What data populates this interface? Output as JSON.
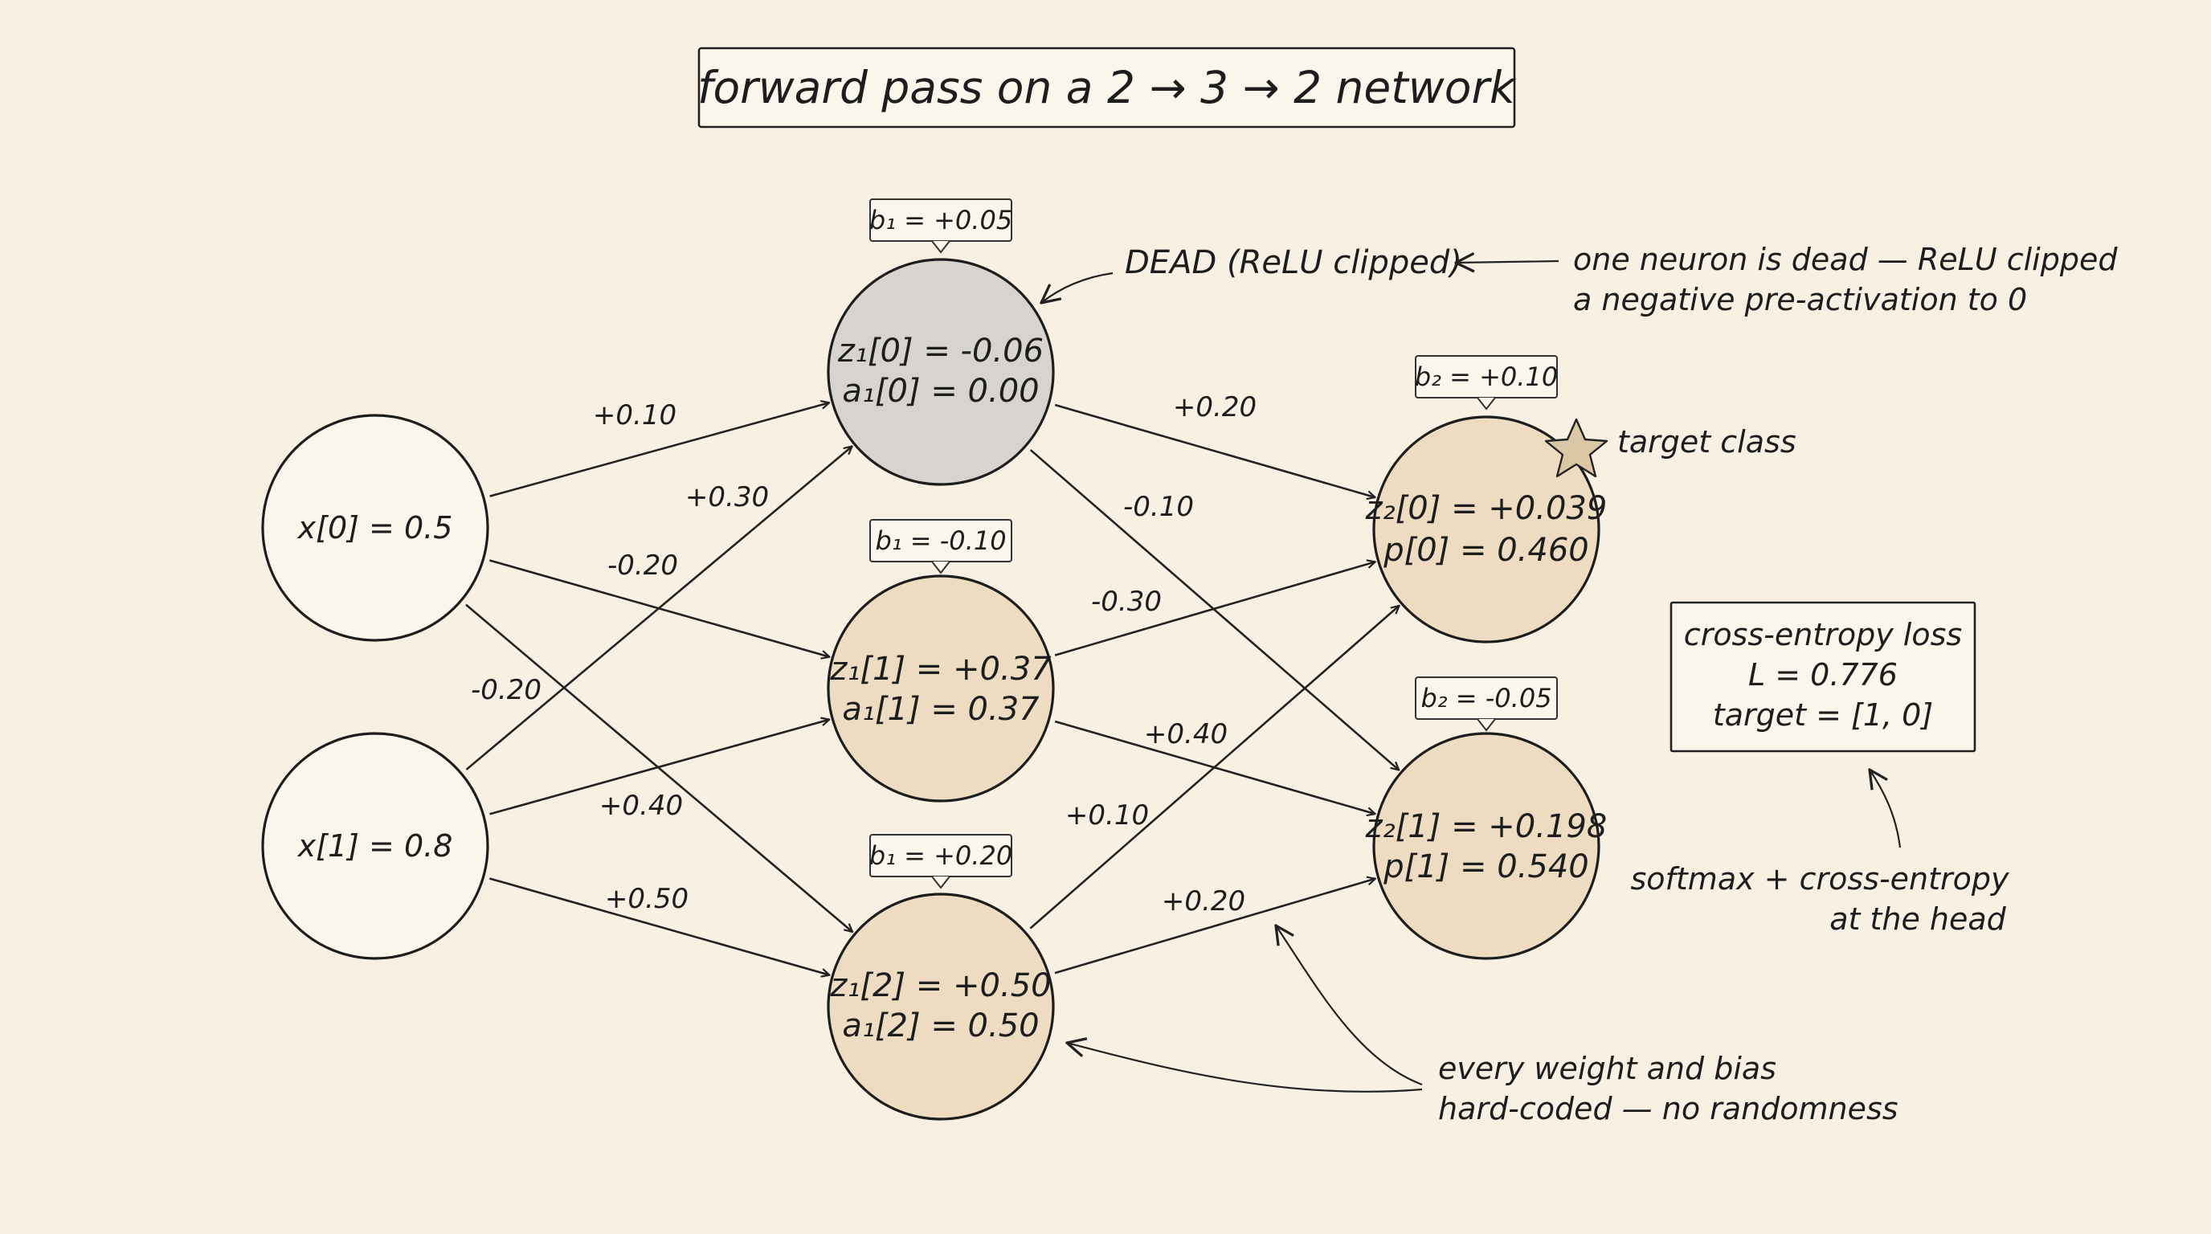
{
  "title": "forward pass on a 2 → 3 → 2 network",
  "inputs": [
    {
      "label": "x[0] = 0.5"
    },
    {
      "label": "x[1] = 0.8"
    }
  ],
  "hidden": [
    {
      "bias": "b₁ = +0.05",
      "z": "z₁[0] = -0.06",
      "a": "a₁[0] = 0.00",
      "state": "dead"
    },
    {
      "bias": "b₁ = -0.10",
      "z": "z₁[1] = +0.37",
      "a": "a₁[1] = 0.37",
      "state": "active"
    },
    {
      "bias": "b₁ = +0.20",
      "z": "z₁[2] = +0.50",
      "a": "a₁[2] = 0.50",
      "state": "active"
    }
  ],
  "outputs": [
    {
      "bias": "b₂ = +0.10",
      "z": "z₂[0] = +0.039",
      "p": "p[0] = 0.460"
    },
    {
      "bias": "b₂ = -0.05",
      "z": "z₂[1] = +0.198",
      "p": "p[1] = 0.540"
    }
  ],
  "weights_layer1": [
    {
      "from": 0,
      "to": 0,
      "label": "+0.10"
    },
    {
      "from": 0,
      "to": 1,
      "label": "-0.20"
    },
    {
      "from": 0,
      "to": 2,
      "label": "-0.20"
    },
    {
      "from": 1,
      "to": 0,
      "label": "+0.30"
    },
    {
      "from": 1,
      "to": 1,
      "label": "+0.40"
    },
    {
      "from": 1,
      "to": 2,
      "label": "+0.50"
    }
  ],
  "weights_layer2": [
    {
      "from": 0,
      "to": 0,
      "label": "+0.20"
    },
    {
      "from": 0,
      "to": 1,
      "label": "-0.10"
    },
    {
      "from": 1,
      "to": 0,
      "label": "-0.30"
    },
    {
      "from": 1,
      "to": 1,
      "label": "+0.40"
    },
    {
      "from": 2,
      "to": 0,
      "label": "+0.10"
    },
    {
      "from": 2,
      "to": 1,
      "label": "+0.20"
    }
  ],
  "annotations": {
    "dead_label": "DEAD (ReLU clipped)",
    "dead_note": [
      "one neuron is dead — ReLU clipped",
      "a negative pre-activation to 0"
    ],
    "target_label": "target class",
    "loss_box": [
      "cross-entropy loss",
      "L = 0.776",
      "target = [1, 0]"
    ],
    "softmax_note": [
      "softmax + cross-entropy",
      "at the head"
    ],
    "hardcoded_note": [
      "every weight and bias",
      "hard-coded — no randomness"
    ]
  },
  "colors": {
    "background": "#f8f1e3",
    "dead_node": "#d7d4cf",
    "active_node": "#eddcc2",
    "input_node": "#fbf6ec",
    "star": "#d9c7a6"
  },
  "icons": {
    "target_marker": "star-icon"
  }
}
